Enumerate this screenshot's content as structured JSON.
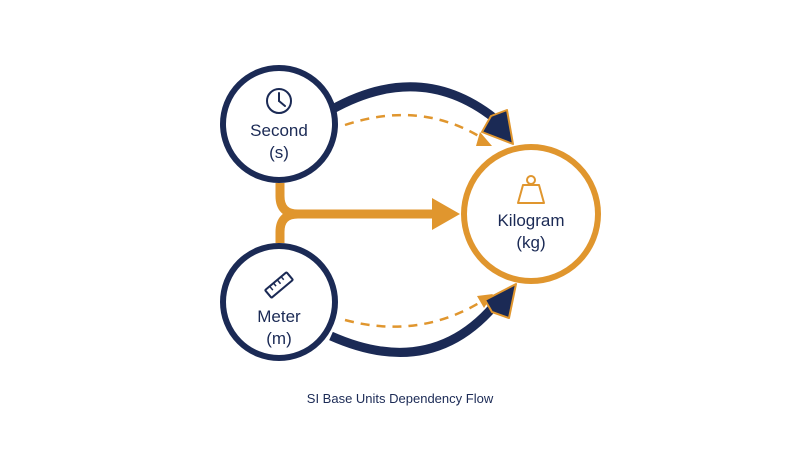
{
  "colors": {
    "navy": "#1b2a55",
    "orange": "#e0962e"
  },
  "nodes": {
    "second": {
      "name": "Second",
      "symbol": "(s)",
      "icon": "clock-icon"
    },
    "meter": {
      "name": "Meter",
      "symbol": "(m)",
      "icon": "ruler-icon"
    },
    "kilogram": {
      "name": "Kilogram",
      "symbol": "(kg)",
      "icon": "weight-icon"
    }
  },
  "caption": "SI Base Units Dependency Flow"
}
